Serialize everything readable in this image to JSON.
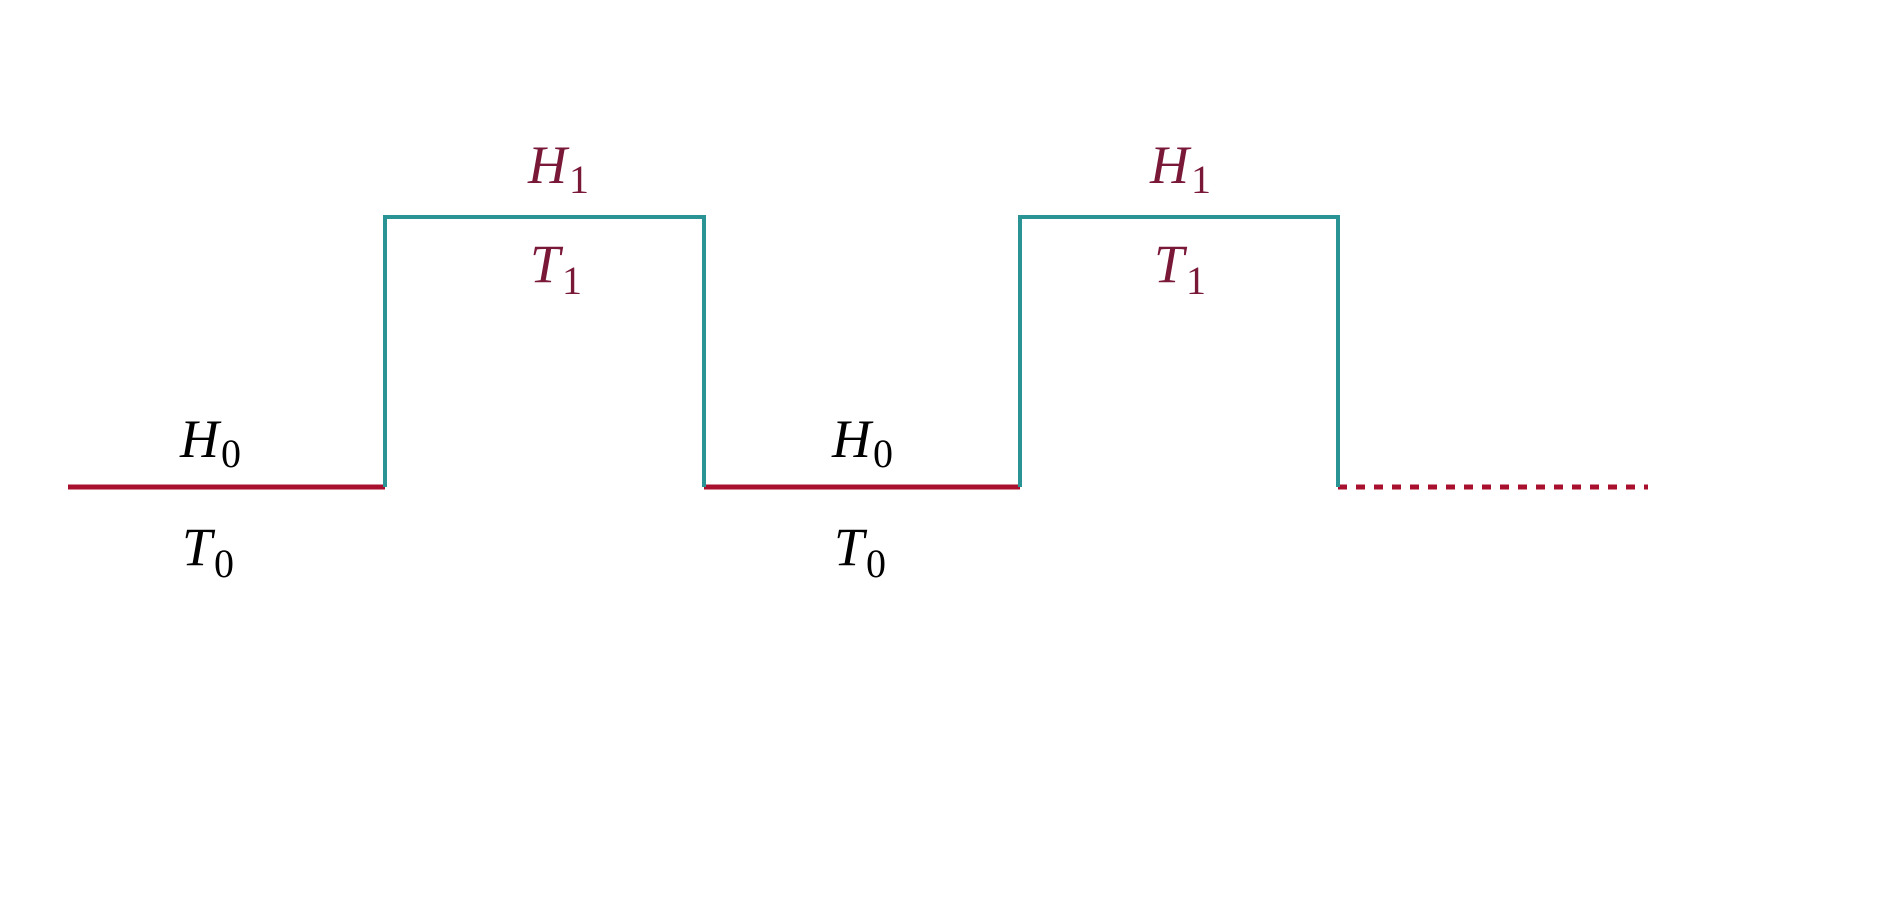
{
  "colors": {
    "low_line": "#a8102e",
    "high_line": "#2a9494",
    "low_text": "#000000",
    "high_text": "#7a1838",
    "background": "#ffffff"
  },
  "labels": {
    "low_1_h": {
      "main": "H",
      "sub": "0"
    },
    "low_1_t": {
      "main": "T",
      "sub": "0"
    },
    "high_1_h": {
      "main": "H",
      "sub": "1"
    },
    "high_1_t": {
      "main": "T",
      "sub": "1"
    },
    "low_2_h": {
      "main": "H",
      "sub": "0"
    },
    "low_2_t": {
      "main": "T",
      "sub": "0"
    },
    "high_2_h": {
      "main": "H",
      "sub": "1"
    },
    "high_2_t": {
      "main": "T",
      "sub": "1"
    }
  }
}
